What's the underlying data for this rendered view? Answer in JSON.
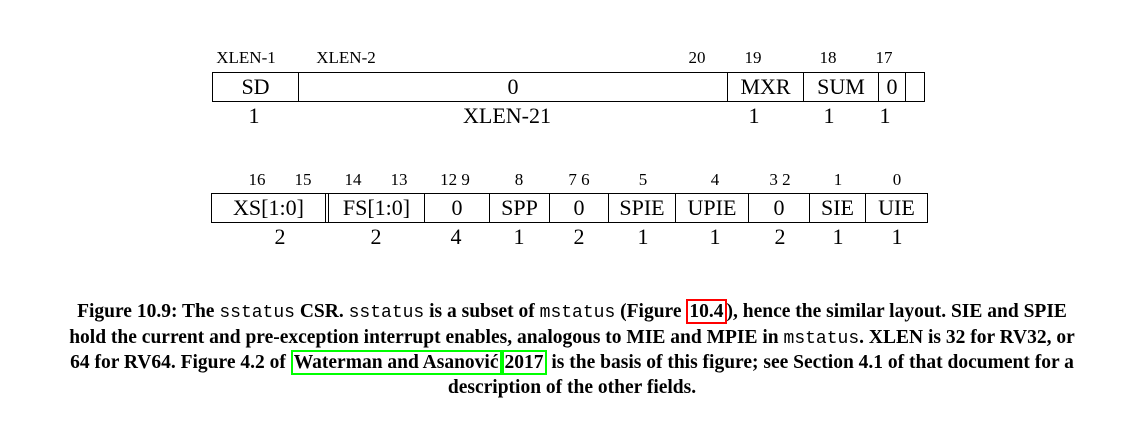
{
  "top_row": {
    "bit_numbers": [
      "XLEN-1",
      "XLEN-2",
      "20",
      "19",
      "18",
      "17"
    ],
    "fields": [
      "SD",
      "0",
      "MXR",
      "SUM",
      "0"
    ],
    "widths": [
      "1",
      "XLEN-21",
      "1",
      "1",
      "1"
    ]
  },
  "bottom_row": {
    "bit_numbers": [
      "16",
      "15",
      "14",
      "13",
      "12 9",
      "8",
      "7 6",
      "5",
      "4",
      "3 2",
      "1",
      "0"
    ],
    "fields": [
      "XS[1:0]",
      "FS[1:0]",
      "0",
      "SPP",
      "0",
      "SPIE",
      "UPIE",
      "0",
      "SIE",
      "UIE"
    ],
    "widths": [
      "2",
      "2",
      "4",
      "1",
      "2",
      "1",
      "1",
      "2",
      "1",
      "1"
    ]
  },
  "caption": {
    "t1": "Figure 10.9: The ",
    "c1": "sstatus",
    "t2": " CSR. ",
    "c2": "sstatus",
    "t3": " is a subset of ",
    "c3": "mstatus",
    "t4": " (Figure ",
    "ref_figure": "10.4",
    "t5": "), hence the similar layout. SIE and SPIE hold the current and pre-exception interrupt enables, analogous to MIE and MPIE in ",
    "c4": "mstatus",
    "t6": ". XLEN is 32 for RV32, or 64 for RV64. Figure 4.2 of ",
    "ref_cite_authors": "Waterman and Asanović",
    "ref_cite_year": "2017",
    "t7": " is the basis of this figure; see Section 4.1 of that document for a description of the other fields."
  }
}
